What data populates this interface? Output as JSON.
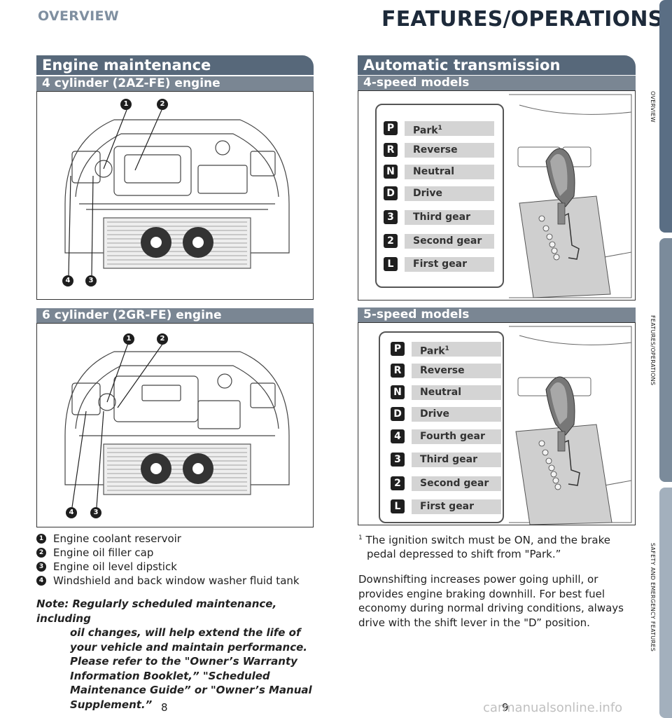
{
  "header": {
    "left": "OVERVIEW",
    "right": "FEATURES/OPERATIONS"
  },
  "engine": {
    "title": "Engine maintenance",
    "subsections": [
      {
        "label": "4 cylinder (2AZ-FE) engine"
      },
      {
        "label": "6 cylinder (2GR-FE) engine"
      }
    ],
    "callouts": [
      "1",
      "2",
      "3",
      "4"
    ],
    "legend": [
      {
        "num": "1",
        "text": "Engine coolant reservoir"
      },
      {
        "num": "2",
        "text": "Engine oil filler cap"
      },
      {
        "num": "3",
        "text": "Engine oil level dipstick"
      },
      {
        "num": "4",
        "text": "Windshield and back window washer fluid tank"
      }
    ],
    "note_lines": [
      "Note: Regularly scheduled maintenance, including",
      "oil changes, will help extend the life of",
      "your vehicle and maintain performance.",
      "Please refer to the \"Owner’s Warranty",
      "Information Booklet,” \"Scheduled",
      "Maintenance Guide” or \"Owner’s Manual",
      "Supplement.”"
    ]
  },
  "transmission": {
    "title": "Automatic transmission",
    "models": [
      {
        "label": "4-speed models",
        "gears": [
          {
            "letter": "P",
            "name": "Park",
            "sup": "1"
          },
          {
            "letter": "R",
            "name": "Reverse",
            "sup": ""
          },
          {
            "letter": "N",
            "name": "Neutral",
            "sup": ""
          },
          {
            "letter": "D",
            "name": "Drive",
            "sup": ""
          },
          {
            "letter": "3",
            "name": "Third gear",
            "sup": ""
          },
          {
            "letter": "2",
            "name": "Second gear",
            "sup": ""
          },
          {
            "letter": "L",
            "name": "First gear",
            "sup": ""
          }
        ]
      },
      {
        "label": "5-speed models",
        "gears": [
          {
            "letter": "P",
            "name": "Park",
            "sup": "1"
          },
          {
            "letter": "R",
            "name": "Reverse",
            "sup": ""
          },
          {
            "letter": "N",
            "name": "Neutral",
            "sup": ""
          },
          {
            "letter": "D",
            "name": "Drive",
            "sup": ""
          },
          {
            "letter": "4",
            "name": "Fourth gear",
            "sup": ""
          },
          {
            "letter": "3",
            "name": "Third gear",
            "sup": ""
          },
          {
            "letter": "2",
            "name": "Second gear",
            "sup": ""
          },
          {
            "letter": "L",
            "name": "First gear",
            "sup": ""
          }
        ]
      }
    ],
    "footnote_sup": "1",
    "footnote_line1": "The ignition switch must be ON, and the brake",
    "footnote_line2": "pedal depressed to shift from \"Park.”",
    "body_lines": [
      "Downshifting increases power going uphill, or",
      "provides engine braking downhill. For best fuel",
      "economy during normal driving conditions, always",
      "drive with the shift lever in the \"D” position."
    ]
  },
  "pages": {
    "left": "8",
    "right": "9"
  },
  "side_tabs": {
    "labels": [
      "OVERVIEW",
      "FEATURES/OPERATIONS",
      "SAFETY AND EMERGENCY FEATURES"
    ],
    "colors": [
      "#5a6e84",
      "#7b8b9b",
      "#a3b0bd"
    ]
  },
  "watermark": "carmanualsonline.info"
}
